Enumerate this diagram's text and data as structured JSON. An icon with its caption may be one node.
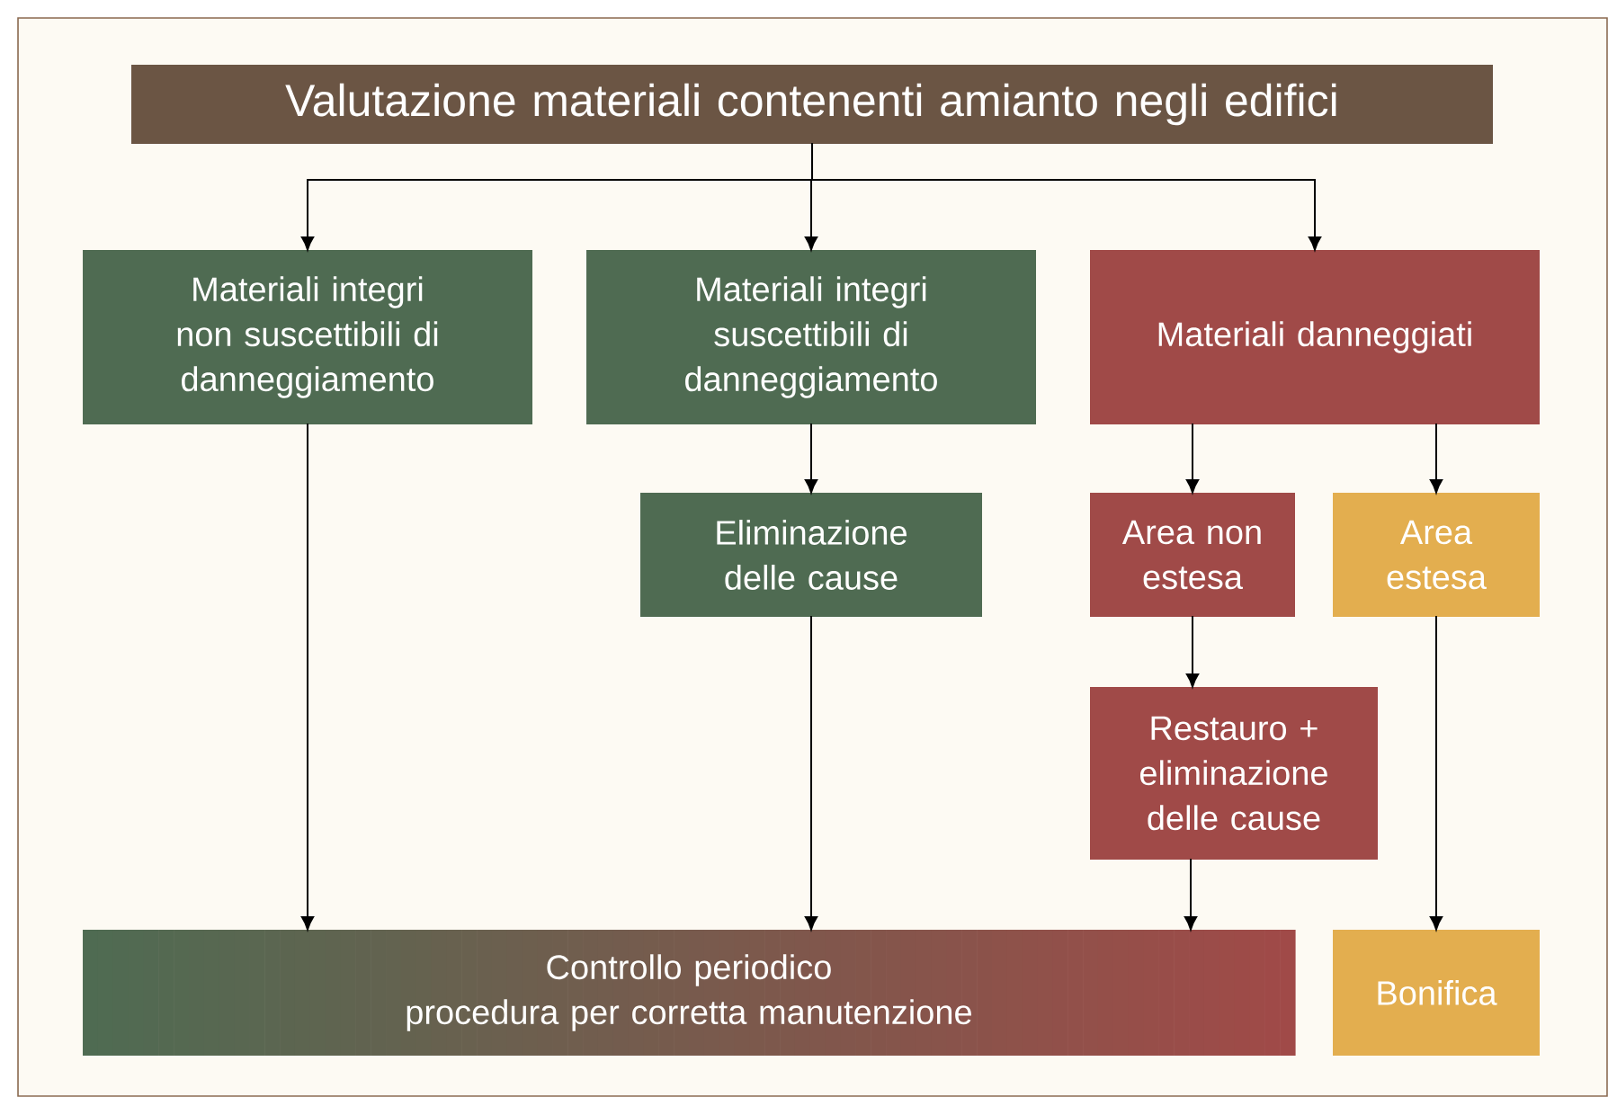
{
  "diagram": {
    "nodes": [
      {
        "text": [
          "Valutazione materiali contenenti amianto negli edifici"
        ]
      },
      {
        "text": [
          "Materiali integri non suscettibili di danneggiamento"
        ]
      },
      {
        "text": [
          "Materiali integri suscettibili di danneggiamento"
        ]
      },
      {
        "text": [
          "Materiali danneggiati"
        ]
      },
      {
        "text": [
          "Eliminazione delle cause"
        ]
      },
      {
        "text": [
          "Area non estesa"
        ]
      },
      {
        "text": [
          "Area estesa"
        ]
      },
      {
        "text": [
          "Restauro + eliminazione delle cause"
        ]
      },
      {
        "text": [
          "Controllo periodico",
          "procedura per corretta manutenzione"
        ]
      },
      {
        "text": [
          "Bonifica"
        ]
      }
    ],
    "edges": [
      {
        "from": 0,
        "to": 1,
        "arrow": "to"
      },
      {
        "from": 0,
        "to": 2,
        "arrow": "to"
      },
      {
        "from": 0,
        "to": 3,
        "arrow": "to"
      },
      {
        "from": 1,
        "to": 8,
        "arrow": "to"
      },
      {
        "from": 2,
        "to": 4,
        "arrow": "to"
      },
      {
        "from": 4,
        "to": 8,
        "arrow": "to"
      },
      {
        "from": 3,
        "to": 5,
        "arrow": "to"
      },
      {
        "from": 3,
        "to": 6,
        "arrow": "to"
      },
      {
        "from": 5,
        "to": 7,
        "arrow": "to"
      },
      {
        "from": 7,
        "to": 8,
        "arrow": "to"
      },
      {
        "from": 6,
        "to": 9,
        "arrow": "to"
      }
    ]
  }
}
